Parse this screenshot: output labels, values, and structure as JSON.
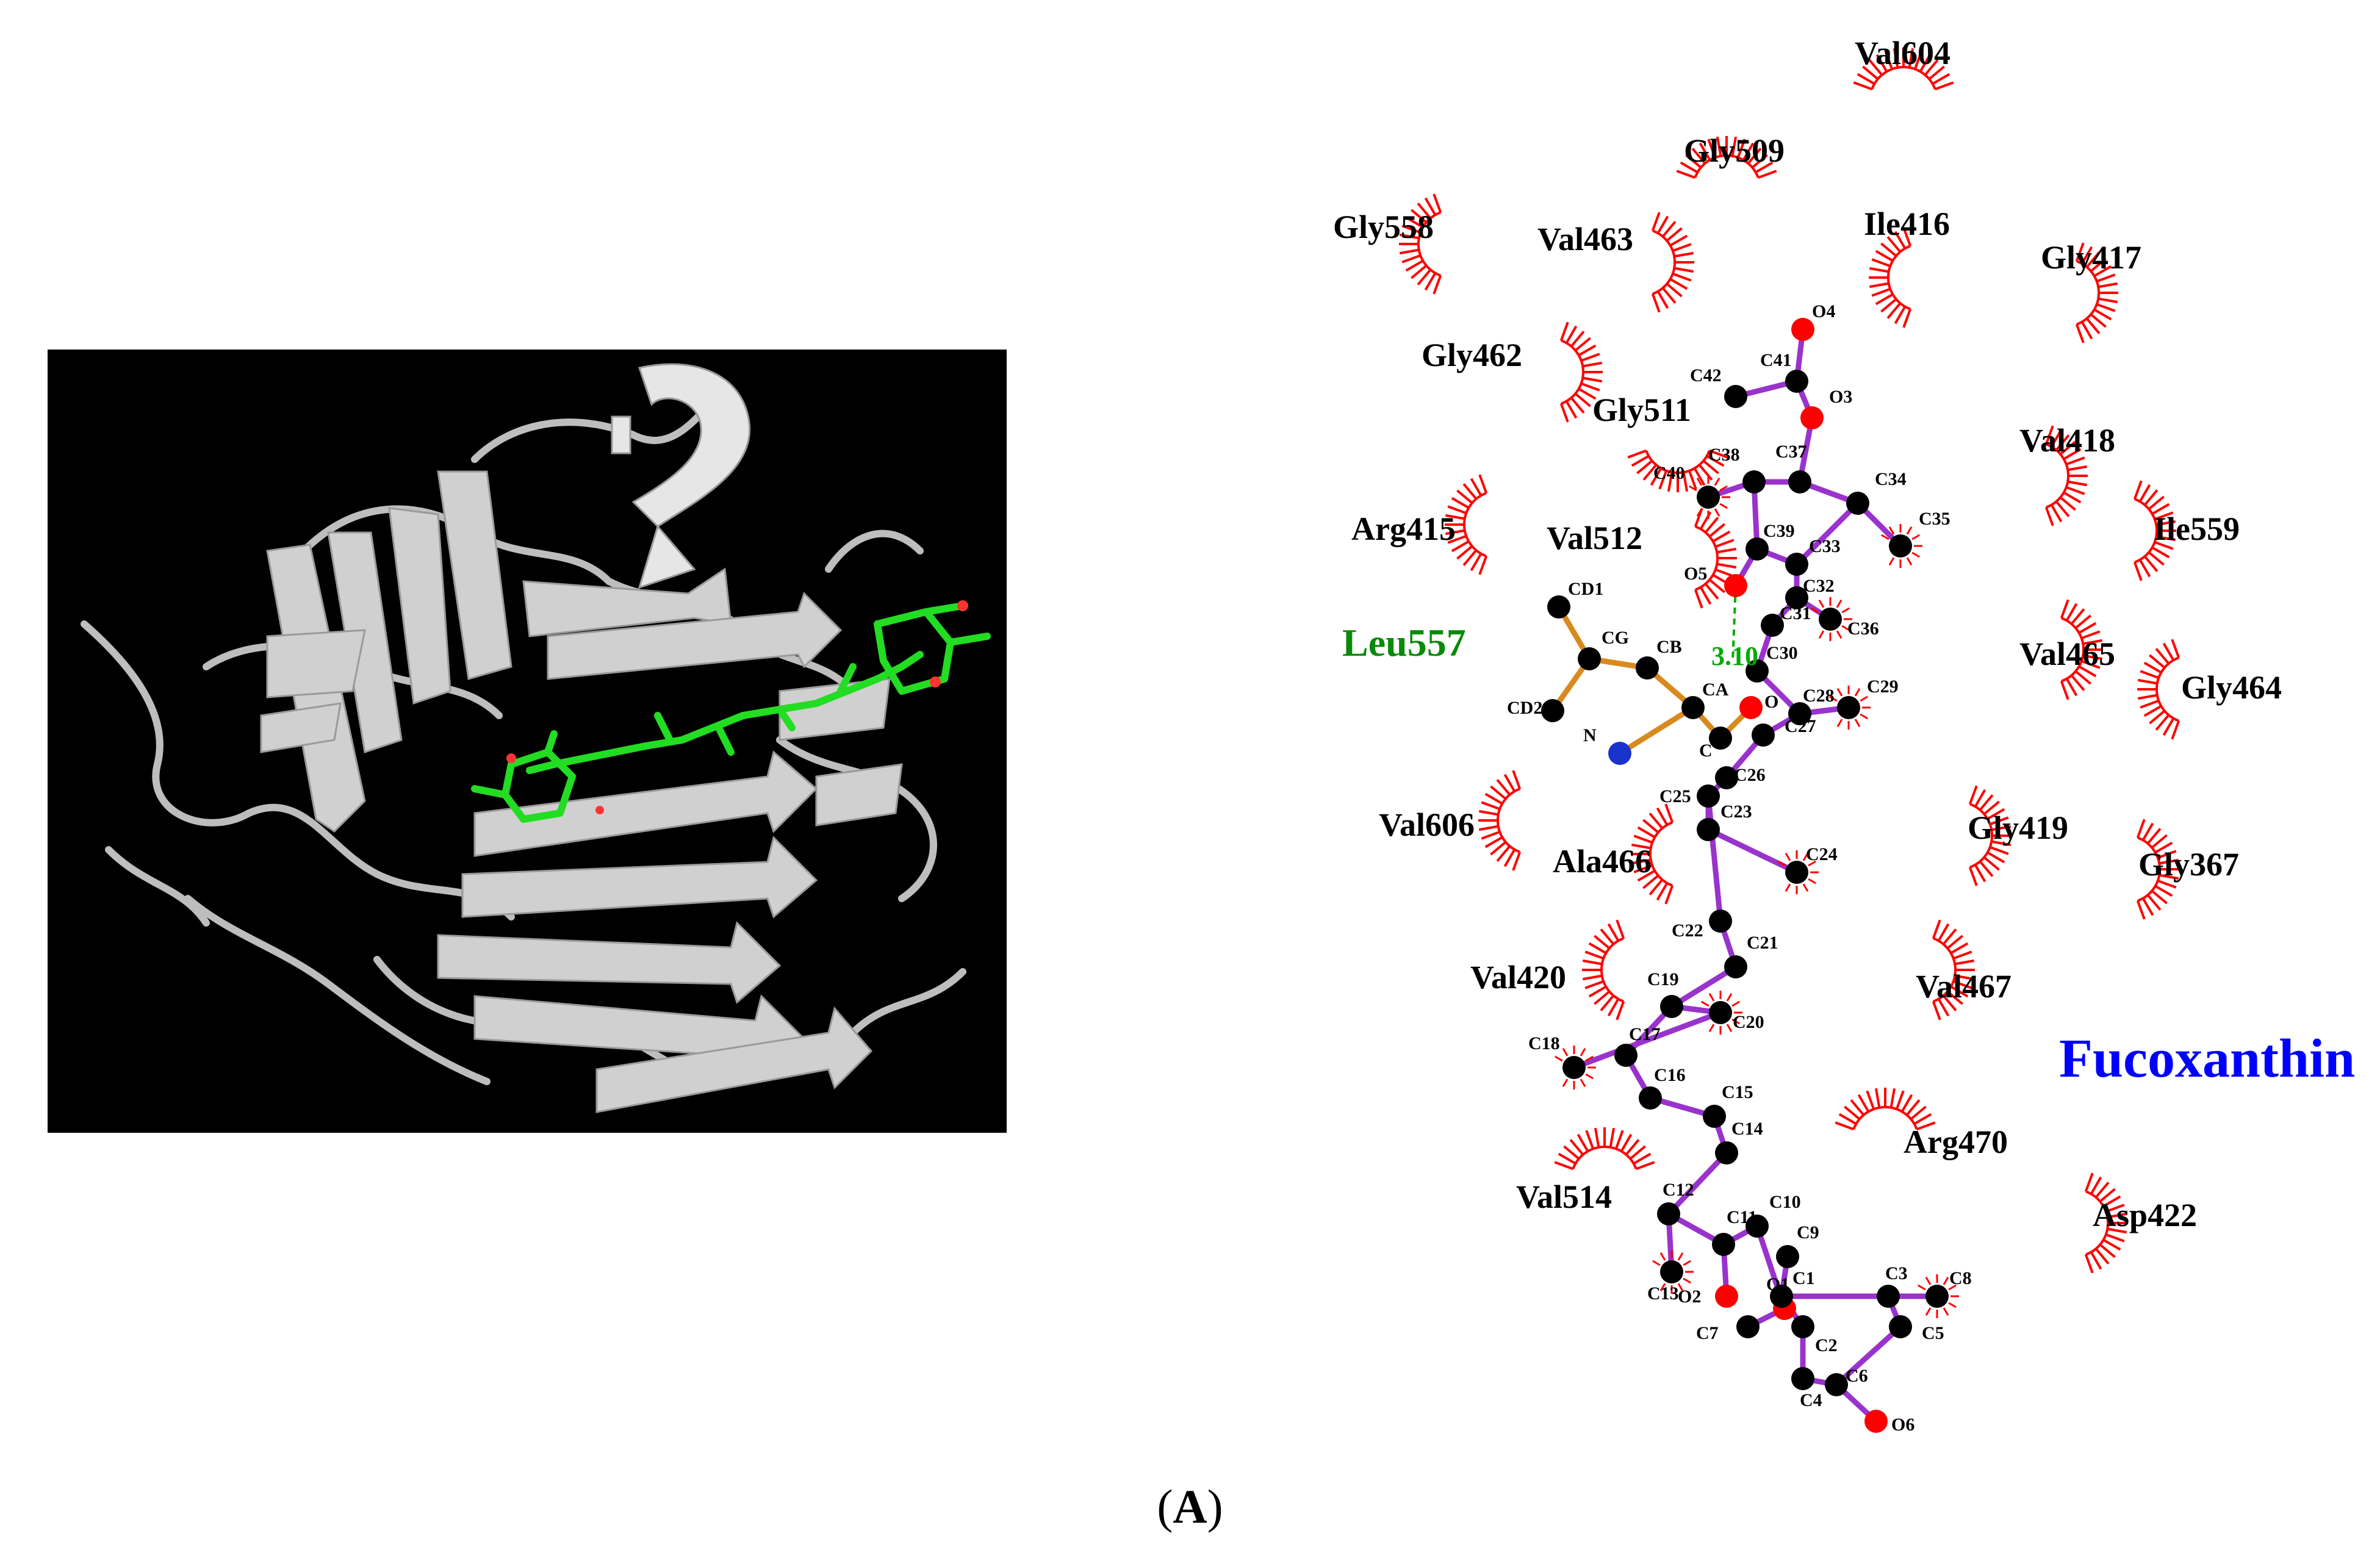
{
  "figure": {
    "panel_label_open": "(",
    "panel_label_letter": "A",
    "panel_label_close": ")"
  },
  "colors": {
    "background": "#ffffff",
    "protein_background": "#000000",
    "ribbon": "#c8c8c8",
    "ligand_stick": "#22dd22",
    "ligand_oxygen": "#ff2222",
    "ligand_bond": "#9933cc",
    "residue_bond": "#d98a1e",
    "atom_carbon": "#000000",
    "atom_oxygen": "#ff0000",
    "atom_nitrogen": "#1a33cc",
    "hydrophobic_arc": "#ff0000",
    "hbond_residue_label": "#0a8a0a",
    "ligand_title": "#0000ff",
    "hbond_line": "#00aa00"
  },
  "ligand_name": "Fucoxanthin",
  "hbond_residue": "Leu557",
  "hbond_distance": "3.10",
  "hydrophobic_residues": [
    "Val604",
    "Gly509",
    "Gly558",
    "Val463",
    "Ile416",
    "Gly417",
    "Gly462",
    "Gly511",
    "Val418",
    "Arg415",
    "Val512",
    "Ile559",
    "Val465",
    "Gly464",
    "Val606",
    "Ala466",
    "Gly419",
    "Gly367",
    "Val420",
    "Val467",
    "Arg470",
    "Val514",
    "Asp422"
  ],
  "atom_labels": {
    "ligand": [
      "O4",
      "C41",
      "C42",
      "O3",
      "C38",
      "C37",
      "C34",
      "C40",
      "C35",
      "C39",
      "C33",
      "O5",
      "C32",
      "C31",
      "C36",
      "C30",
      "C29",
      "C28",
      "O",
      "C27",
      "C26",
      "C25",
      "C23",
      "C24",
      "C22",
      "C21",
      "C19",
      "C20",
      "C18",
      "C17",
      "C16",
      "C15",
      "C14",
      "C12",
      "C13",
      "C11",
      "C10",
      "C9",
      "O2",
      "O1",
      "C1",
      "C3",
      "C8",
      "C7",
      "C2",
      "C5",
      "C6",
      "C4",
      "O6"
    ],
    "residue": [
      "CD1",
      "CG",
      "CB",
      "CD2",
      "CA",
      "N",
      "C"
    ]
  },
  "icons": [
    "hydrophobic-contact-icon",
    "atom-icon",
    "protein-ribbon-icon"
  ]
}
